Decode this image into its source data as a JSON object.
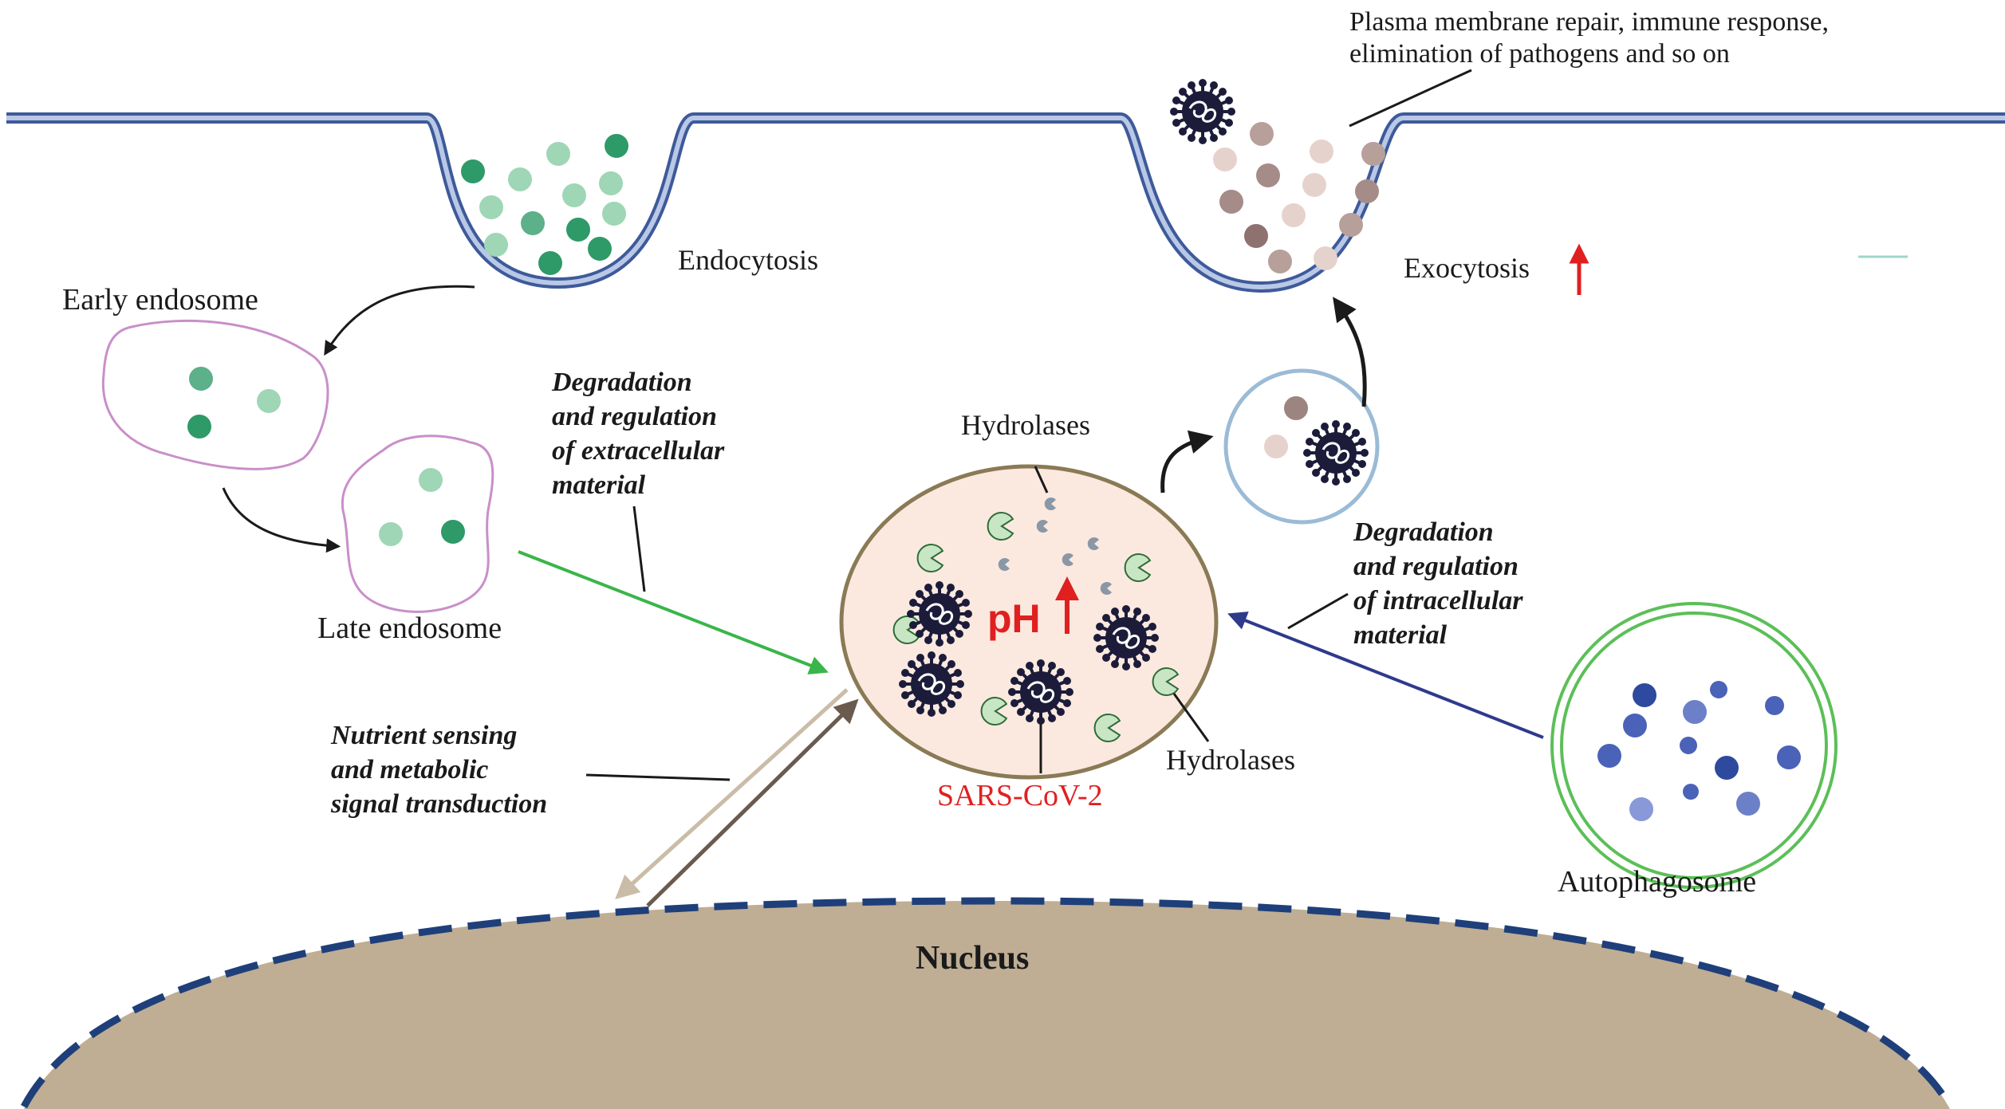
{
  "labels": {
    "plasma_membrane_line1": "Plasma membrane repair, immune response,",
    "plasma_membrane_line2": "elimination of pathogens and so on",
    "endocytosis": "Endocytosis",
    "exocytosis": "Exocytosis",
    "early_endosome": "Early endosome",
    "late_endosome": "Late endosome",
    "hydrolases_top": "Hydrolases",
    "hydrolases_bottom": "Hydrolases",
    "ph": "pH",
    "sars_cov_2": "SARS-CoV-2",
    "autophagosome": "Autophagosome",
    "nucleus": "Nucleus",
    "extracellular_line1": "Degradation",
    "extracellular_line2": "and regulation",
    "extracellular_line3": "of extracellular",
    "extracellular_line4": "material",
    "intracellular_line1": "Degradation",
    "intracellular_line2": "and regulation",
    "intracellular_line3": "of intracellular",
    "intracellular_line4": "material",
    "nutrient_line1": "Nutrient sensing",
    "nutrient_line2": "and metabolic",
    "nutrient_line3": "signal transduction"
  },
  "colors": {
    "membrane": "#3e5a9a",
    "membrane_fill": "#b9c8e6",
    "endocytic_dark": "#2d9a68",
    "endocytic_light": "#9fd6b6",
    "exocytic_dark": "#9c8480",
    "exocytic_light": "#e6d2cc",
    "endosome_outline": "#c98fc9",
    "lysosome_fill": "#fbe9df",
    "lysosome_outline": "#8a7a55",
    "virus": "#1c1c3a",
    "hydrolase_fill": "#c8e6c4",
    "hydrolase_small": "#8a97a6",
    "red_accent": "#e02020",
    "green_arrow": "#3ab54a",
    "green_text": "#3ab54a",
    "blue_arrow": "#2e3a8c",
    "blue_text": "#3a3a9a",
    "brown_text": "#6b5a4e",
    "nucleus_fill": "#bfae94",
    "nucleus_border": "#1f3f7a",
    "autophagosome_outline": "#5cbf58",
    "autophagosome_dots": "#3f5bb0",
    "vesicle_outline": "#9bbbd6"
  }
}
